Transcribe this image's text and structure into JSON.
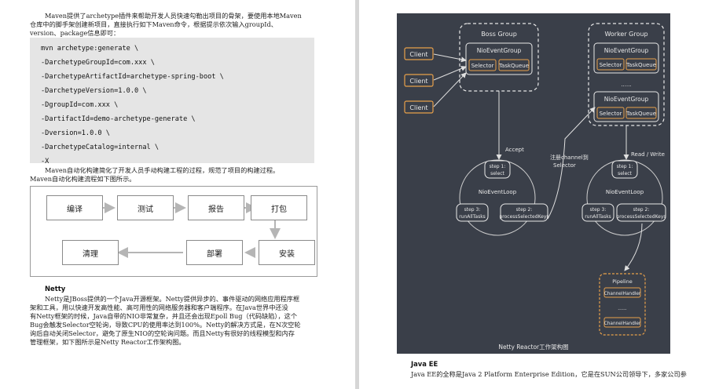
{
  "left_page": {
    "intro_lines": [
      "Maven提供了archetype插件来帮助开发人员快速勾勒出项目的骨架，要使用本地Maven",
      "仓库中的脚手架创建新项目，直接执行如下Maven命令，根据提示依次输入groupId、",
      "version、package信息即可："
    ],
    "code_lines": [
      "mvn archetype:generate \\",
      "-DarchetypeGroupId=com.xxx \\",
      "-DarchetypeArtifactId=archetype-spring-boot \\",
      "-DarchetypeVersion=1.0.0 \\",
      "-DgroupId=com.xxx \\",
      "-DartifactId=demo-archetype-generate \\",
      "-Dversion=1.0.0 \\",
      "-DarchetypeCatalog=internal \\",
      "-X"
    ],
    "after_code_lines": [
      "Maven自动化构建简化了开发人员手动构建工程的过程，规范了项目的构建过程。",
      "Maven自动化构建流程如下图所示。"
    ],
    "flow_steps": {
      "compile": "编译",
      "test": "测试",
      "report": "报告",
      "package": "打包",
      "clean": "清理",
      "deploy": "部署",
      "install": "安装"
    },
    "netty_heading": "Netty",
    "netty_lines": [
      "Netty是JBoss提供的一个Java开源框架。Netty提供异步的、事件驱动的网络应用程序框",
      "架和工具，用以快速开发高性能、高可用性的网络服务器和客户端程序。在Java世界中还没",
      "有Netty框架的时候，Java自带的NIO非常复杂，并且还会出现Epoll Bug（代码缺陷），这个",
      "Bug会触发Selector空轮询，导致CPU的使用率达到100%。Netty的解决方式是，在N次空轮",
      "询后自动关闭Selector，避免了原生NIO的空轮询问题。而且Netty有很好的线程模型和内存",
      "管理框架，如下图所示是Netty Reactor工作架构图。"
    ]
  },
  "figure": {
    "client_label": "Client",
    "boss_group": "Boss Group",
    "worker_group": "Worker Group",
    "nio_event_group": "NioEventGroup",
    "selector": "Selector",
    "task_queue": "TaskQueue",
    "ellipsis": "......",
    "accept": "Accept",
    "register_line1": "注册channel到",
    "register_line2": "Selector",
    "read_write": "Read / Write",
    "step1_line1": "step 1:",
    "step1_line2": "select",
    "step2_line1": "step 2:",
    "step2_line2": "processSelectedKeys",
    "step3_line1": "step 3:",
    "step3_line2": "runAllTasks",
    "nio_event_loop": "NioEventLoop",
    "pipeline": "Pipeline",
    "channel_handler": "ChannelHandler",
    "caption": "Netty Reactor工作架构图",
    "colors": {
      "background": "#3a3f49",
      "accent": "#e8a04a",
      "line": "#d8d8d8"
    }
  },
  "right_page": {
    "javaee_heading": "Java EE",
    "javaee_line": "Java EE的全称是Java 2 Platform Enterprise Edition，它是在SUN公司领导下，多家公司参"
  }
}
